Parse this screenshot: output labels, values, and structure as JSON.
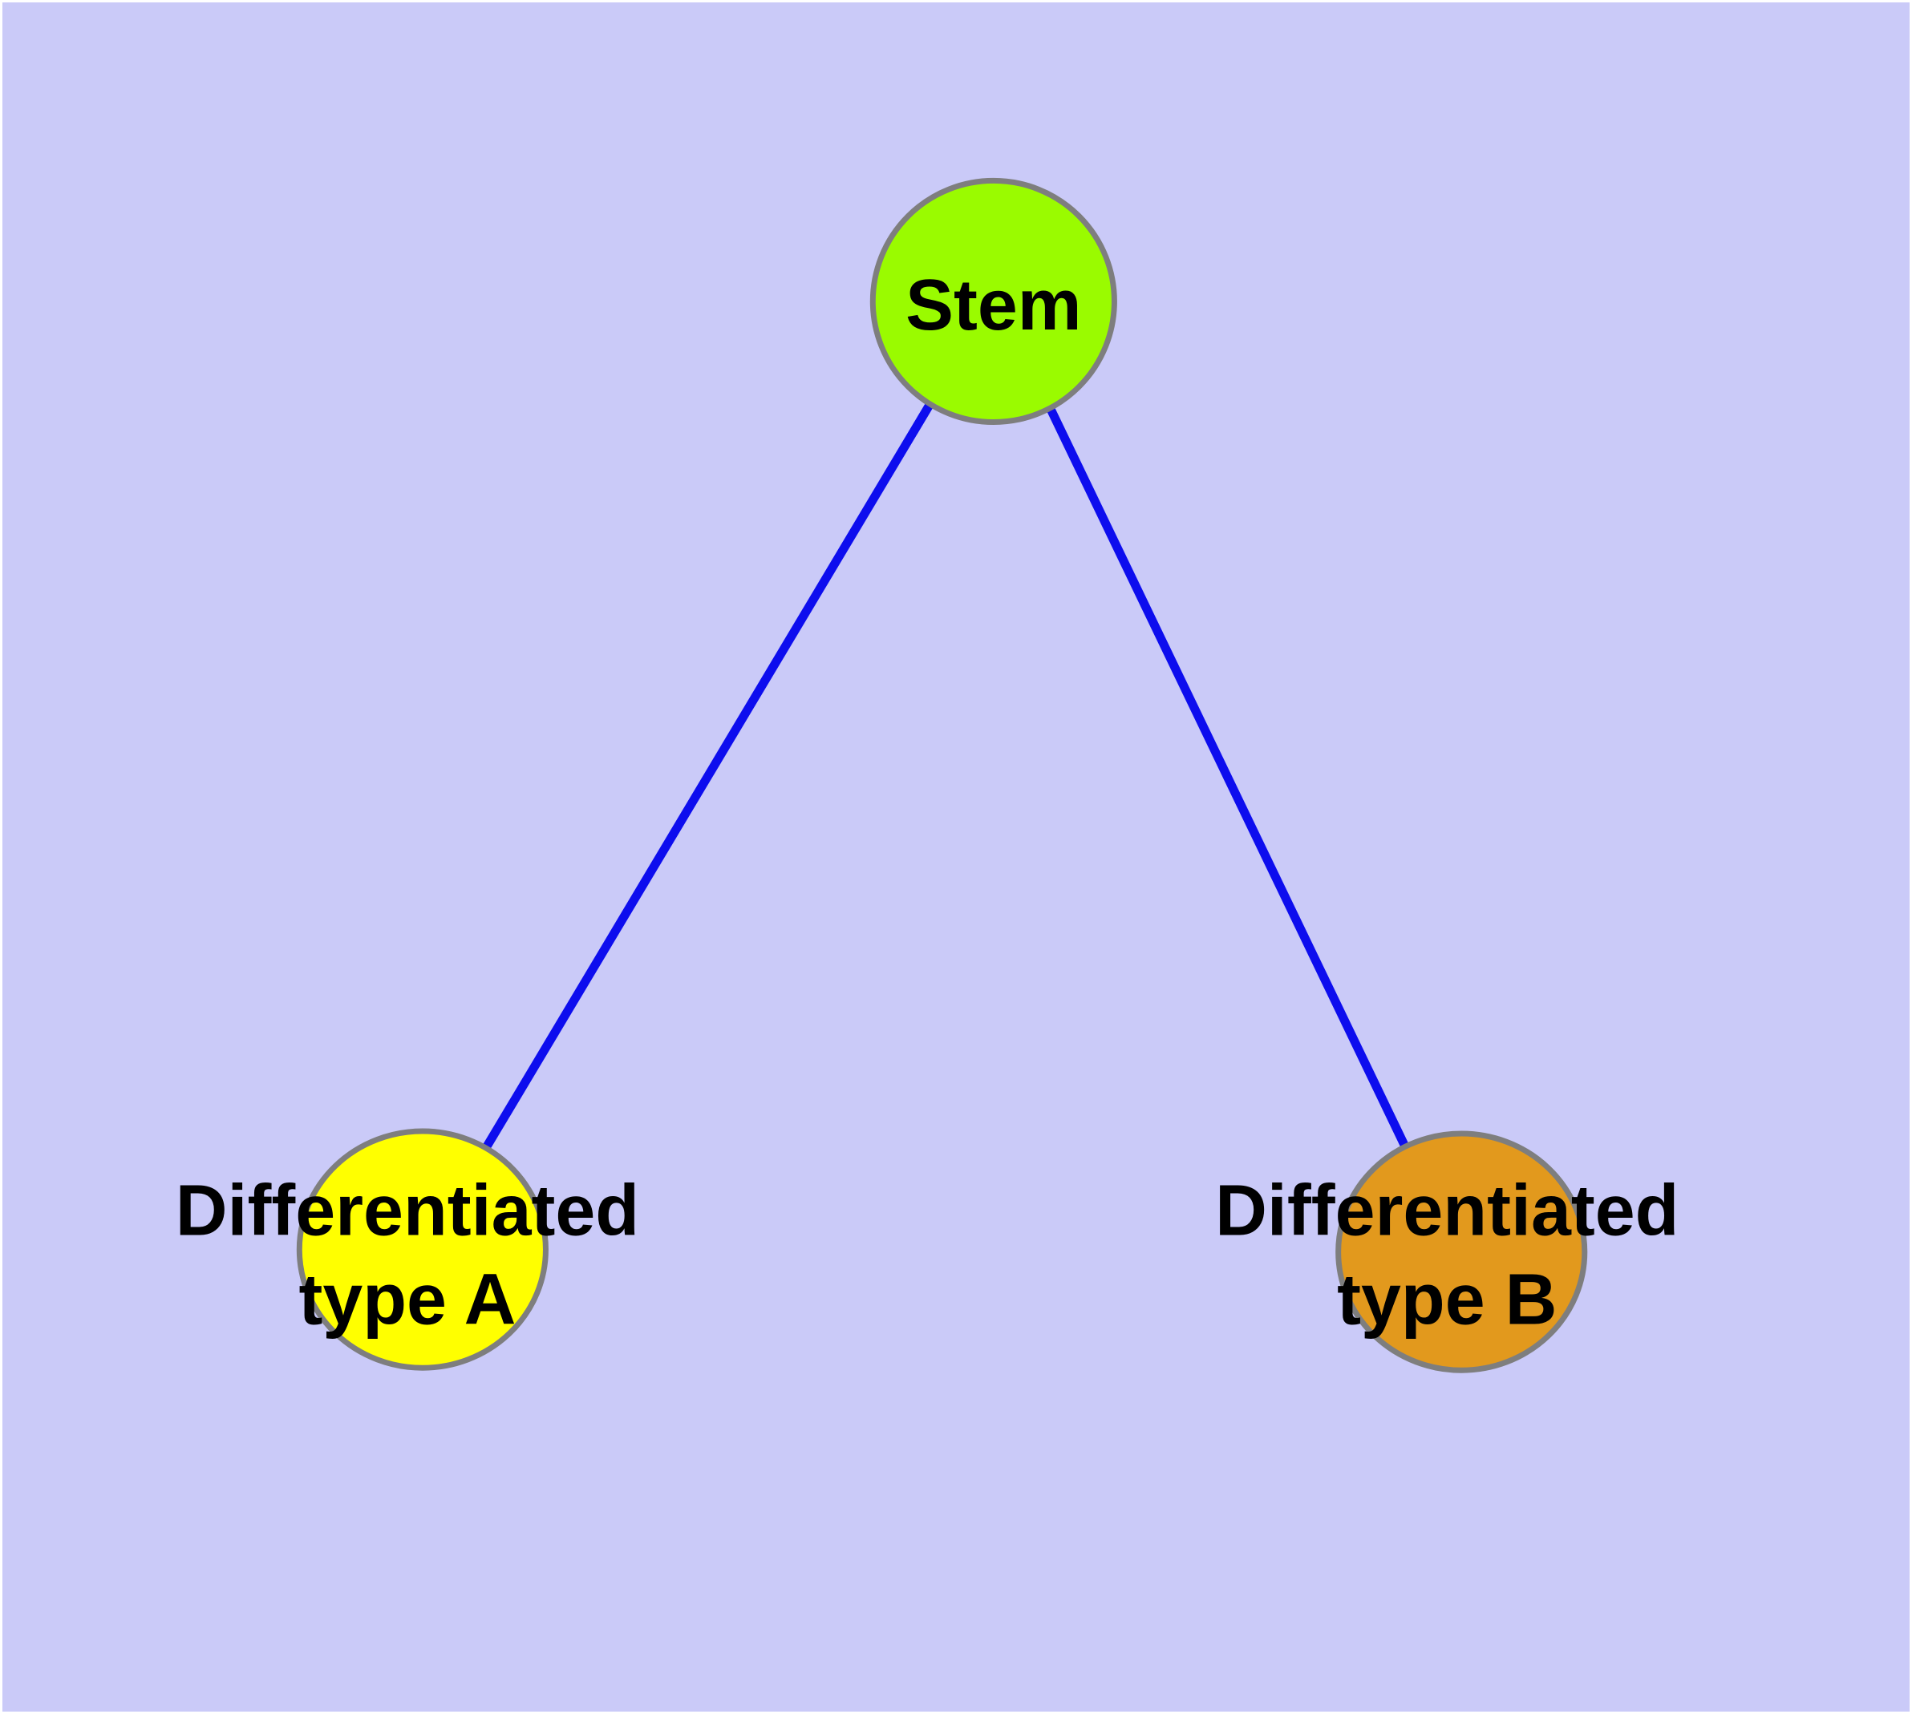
{
  "diagram": {
    "type": "graph",
    "background_color": "#cacaf8",
    "frame_color": "#ffffff",
    "edge_color": "#0d0dee",
    "node_border_color": "#7e7e7e",
    "text_color": "#000000",
    "nodes": [
      {
        "id": "stem",
        "label": "Stem",
        "fill_color": "#9afb00",
        "position": "top-center"
      },
      {
        "id": "differentiated-type-a",
        "label_line1": "Differentiated",
        "label_line2": "type A",
        "fill_color": "#ffff00",
        "position": "bottom-left"
      },
      {
        "id": "differentiated-type-b",
        "label_line1": "Differentiated",
        "label_line2": "type B",
        "fill_color": "#e2991d",
        "position": "bottom-right"
      }
    ],
    "edges": [
      {
        "from": "Stem",
        "to": "Differentiated type A"
      },
      {
        "from": "Stem",
        "to": "Differentiated type B"
      }
    ]
  }
}
